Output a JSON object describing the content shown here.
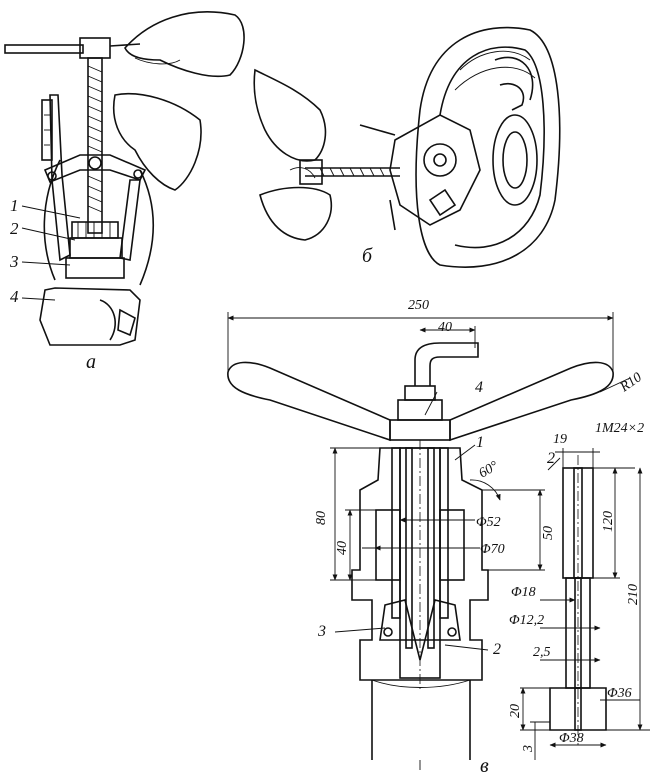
{
  "figures": {
    "a": {
      "caption": "а",
      "callouts": [
        "1",
        "2",
        "3",
        "4"
      ]
    },
    "b": {
      "caption": "б"
    },
    "c": {
      "caption": "в",
      "callouts": [
        "1",
        "2",
        "3",
        "4"
      ],
      "dimensions": {
        "overall_width": "250",
        "handle_offset": "40",
        "radius": "R10",
        "thread": "1M24×2",
        "width_19": "19",
        "angle": "60°",
        "d52": "Φ52",
        "d70": "Φ70",
        "d18": "Φ18",
        "d12": "Φ12,2",
        "depth_25": "2,5",
        "d36": "Φ36",
        "d38": "Φ38",
        "h80": "80",
        "h40": "40",
        "h50": "50",
        "h120": "120",
        "h210": "210",
        "h20": "20",
        "h3": "3"
      }
    }
  }
}
